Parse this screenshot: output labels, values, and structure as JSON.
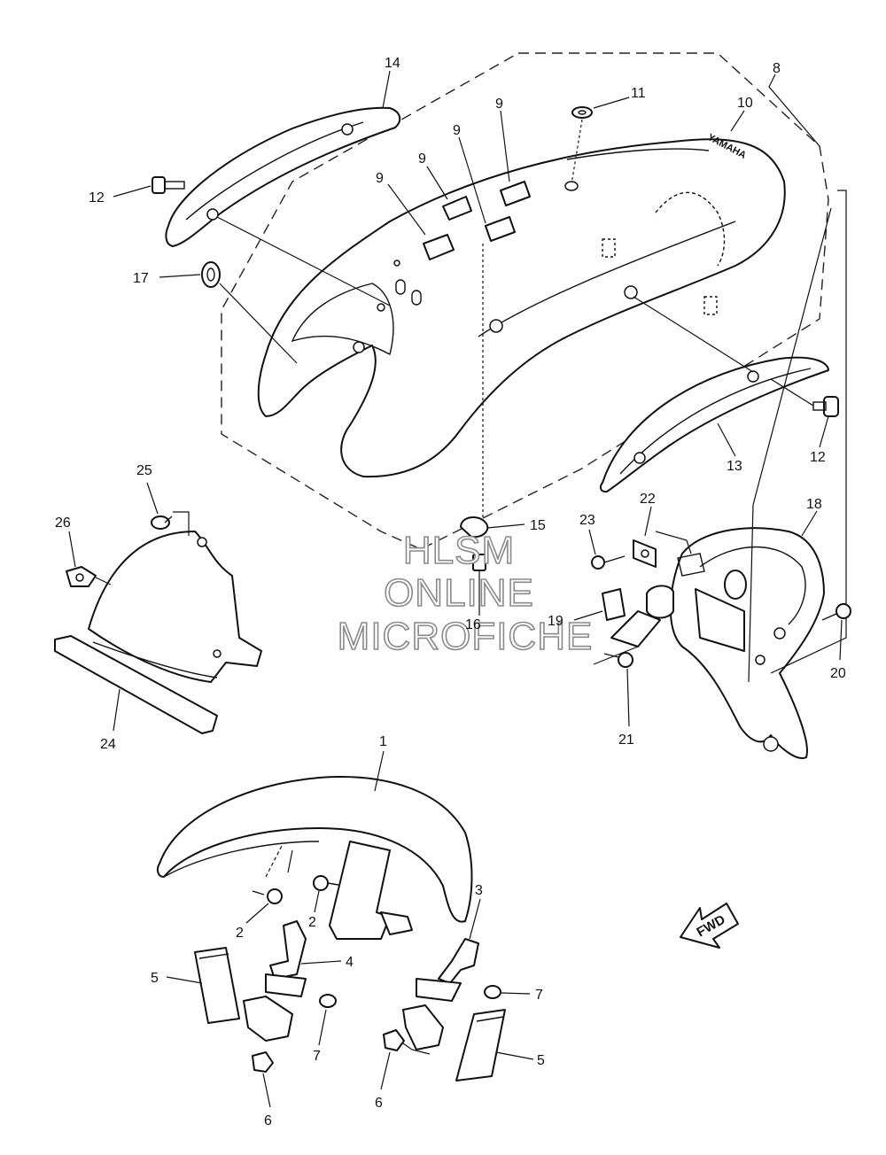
{
  "callouts": {
    "c1": "1",
    "c2a": "2",
    "c2b": "2",
    "c3": "3",
    "c4": "4",
    "c5a": "5",
    "c5b": "5",
    "c6a": "6",
    "c6b": "6",
    "c7a": "7",
    "c7b": "7",
    "c8": "8",
    "c9a": "9",
    "c9b": "9",
    "c9c": "9",
    "c9d": "9",
    "c10": "10",
    "c11": "11",
    "c12a": "12",
    "c12b": "12",
    "c13": "13",
    "c14": "14",
    "c15": "15",
    "c16": "16",
    "c17": "17",
    "c18": "18",
    "c19": "19",
    "c20": "20",
    "c21": "21",
    "c22": "22",
    "c23": "23",
    "c24": "24",
    "c25": "25",
    "c26": "26"
  },
  "watermark": {
    "line1": "HLSM",
    "line2": "ONLINE",
    "line3": "MICROFICHE"
  },
  "fwd_label": "FWD",
  "brand_mark": "YAMAHA"
}
